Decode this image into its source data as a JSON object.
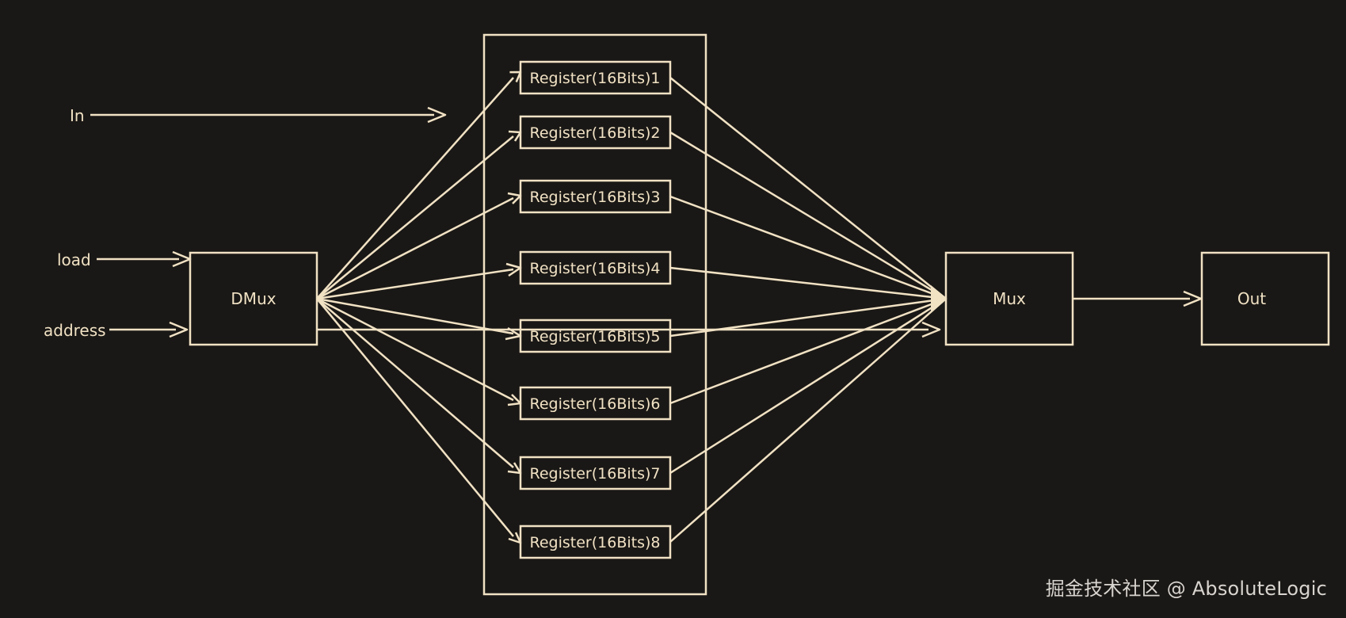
{
  "inputs": {
    "in_label": "In",
    "load_label": "load",
    "address_label": "address"
  },
  "blocks": {
    "dmux_label": "DMux",
    "mux_label": "Mux",
    "out_label": "Out"
  },
  "registers": [
    "Register(16Bits)1",
    "Register(16Bits)2",
    "Register(16Bits)3",
    "Register(16Bits)4",
    "Register(16Bits)5",
    "Register(16Bits)6",
    "Register(16Bits)7",
    "Register(16Bits)8"
  ],
  "watermark": "掘金技术社区 @ AbsoluteLogic",
  "colors": {
    "background": "#1a1816",
    "ink": "#f1e2c4",
    "watermark": "#d8d4cf"
  }
}
